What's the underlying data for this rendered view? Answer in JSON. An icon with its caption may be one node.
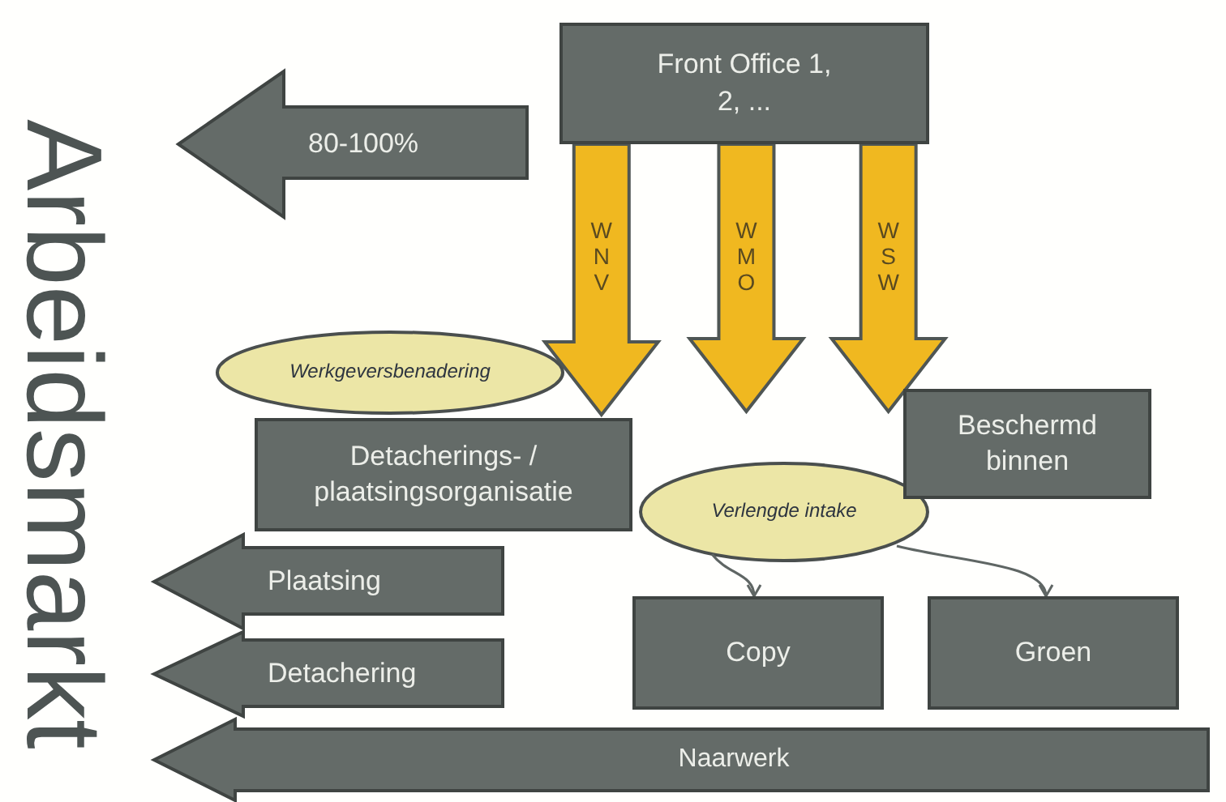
{
  "diagram": {
    "nodes": [
      {
        "text": [
          "Front Office 1, 2, ..."
        ]
      },
      {
        "text": [
          "80-100%"
        ]
      },
      {
        "text": [
          "Werkgeversbenadering"
        ]
      },
      {
        "text": [
          "Detacherings- / plaatsingsorganisatie"
        ]
      },
      {
        "text": [
          "Verlengde intake"
        ]
      },
      {
        "text": [
          "Beschermd binnen"
        ]
      },
      {
        "text": [
          "Plaatsing"
        ]
      },
      {
        "text": [
          "Copy"
        ]
      },
      {
        "text": [
          "Groen"
        ]
      },
      {
        "text": [
          "Detachering"
        ]
      },
      {
        "text": [
          "Naarwerk"
        ]
      }
    ],
    "edges": [
      {
        "from": 0,
        "to": 3,
        "arrow": "to",
        "label": "WNV",
        "style": "thick",
        "color": "#f0b820"
      },
      {
        "from": 0,
        "to": 4,
        "arrow": "to",
        "label": "WMO",
        "style": "thick",
        "color": "#f0b820"
      },
      {
        "from": 0,
        "to": 5,
        "arrow": "to",
        "label": "WSW",
        "style": "thick",
        "color": "#f0b820"
      },
      {
        "from": 4,
        "to": 7,
        "arrow": "to"
      },
      {
        "from": 4,
        "to": 8,
        "arrow": "to"
      }
    ],
    "labels": [
      "Arbeidsmarkt"
    ]
  }
}
